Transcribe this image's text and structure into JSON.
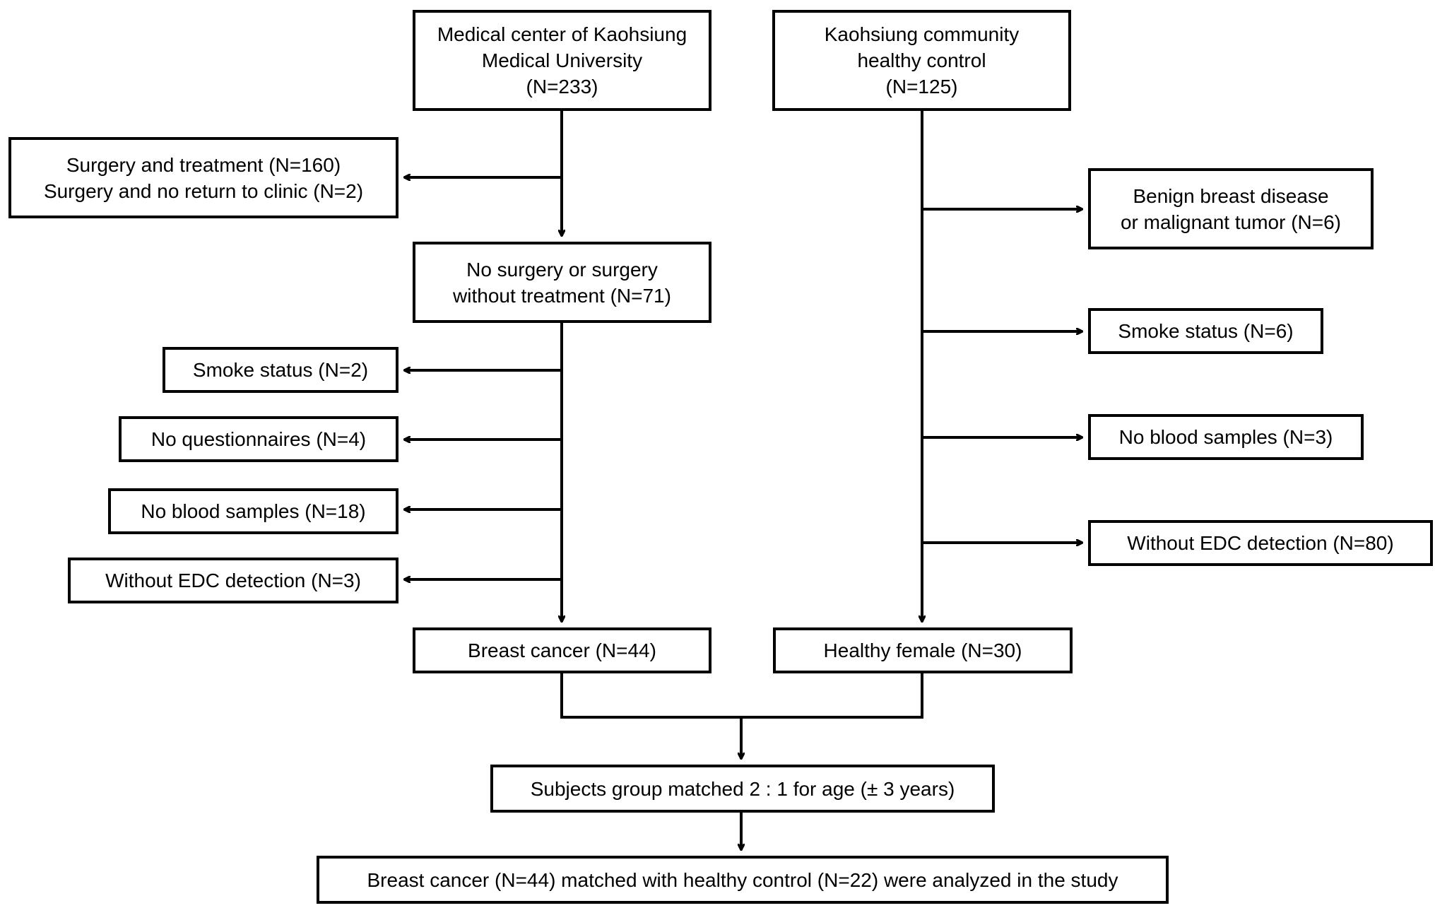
{
  "flowchart": {
    "left_branch": {
      "source": {
        "lines": [
          "Medical center of Kaohsiung",
          "Medical University",
          "(N=233)"
        ]
      },
      "exclusion_surgery": {
        "lines": [
          "Surgery and treatment (N=160)",
          "Surgery and no return to clinic (N=2)"
        ]
      },
      "no_surgery": {
        "lines": [
          "No surgery or surgery",
          "without treatment (N=71)"
        ]
      },
      "exclusions": [
        {
          "label": "Smoke status (N=2)"
        },
        {
          "label": "No questionnaires (N=4)"
        },
        {
          "label": "No blood samples (N=18)"
        },
        {
          "label": "Without EDC detection (N=3)"
        }
      ],
      "result": {
        "label": "Breast cancer (N=44)"
      }
    },
    "right_branch": {
      "source": {
        "lines": [
          "Kaohsiung community",
          "healthy control",
          "(N=125)"
        ]
      },
      "exclusions": [
        {
          "lines": [
            "Benign breast disease",
            "or malignant tumor (N=6)"
          ]
        },
        {
          "lines": [
            "Smoke status (N=6)"
          ]
        },
        {
          "lines": [
            "No blood samples (N=3)"
          ]
        },
        {
          "lines": [
            "Without EDC detection (N=80)"
          ]
        }
      ],
      "result": {
        "label": "Healthy female (N=30)"
      }
    },
    "matching": {
      "label": "Subjects group matched 2 : 1 for age (± 3 years)"
    },
    "final": {
      "label": "Breast cancer (N=44) matched with healthy control (N=22) were analyzed in the study"
    }
  }
}
